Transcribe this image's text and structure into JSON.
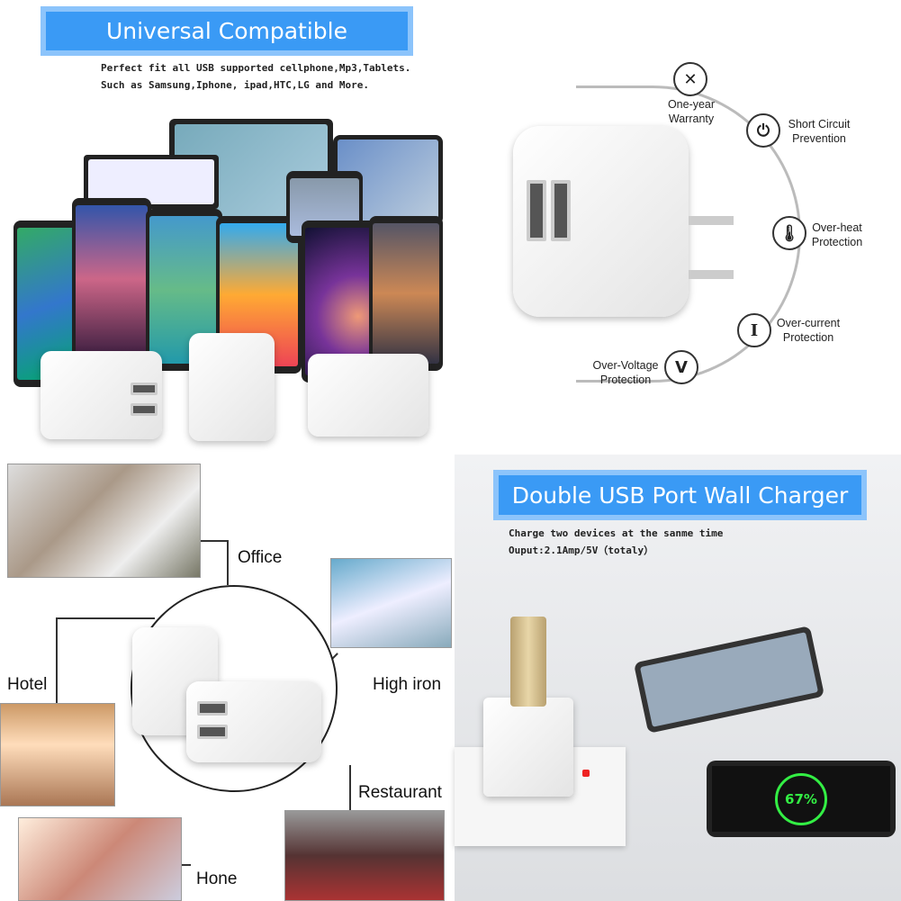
{
  "top_left": {
    "banner_title": "Universal Compatible",
    "subtitle_line1": "Perfect fit all USB supported cellphone,Mp3,Tablets.",
    "subtitle_line2": "Such as Samsung,Iphone,  ipad,HTC,LG and More."
  },
  "top_right": {
    "features": [
      {
        "icon": "tools-icon",
        "label_line1": "One-year",
        "label_line2": "Warranty"
      },
      {
        "icon": "power-icon",
        "label_line1": "Short Circuit",
        "label_line2": "Prevention"
      },
      {
        "icon": "thermometer-icon",
        "label_line1": "Over-heat",
        "label_line2": "Protection"
      },
      {
        "icon": "current-icon",
        "glyph": "I",
        "label_line1": "Over-current",
        "label_line2": "Protection"
      },
      {
        "icon": "voltage-icon",
        "glyph": "V",
        "label_line1": "Over-Voltage",
        "label_line2": "Protection"
      }
    ]
  },
  "bottom_left": {
    "scenes": [
      "Office",
      "Hotel",
      "High iron",
      "Restaurant",
      "Hone"
    ]
  },
  "bottom_right": {
    "banner_title": "Double USB Port Wall Charger",
    "subtitle_line1": "Charge two devices at the sanme time",
    "subtitle_line2": "Ouput:2.1Amp/5V（totaly）",
    "phone_charge_text": "67%"
  },
  "colors": {
    "banner": "#3a9af5",
    "banner_border": "#8cc4fb"
  }
}
